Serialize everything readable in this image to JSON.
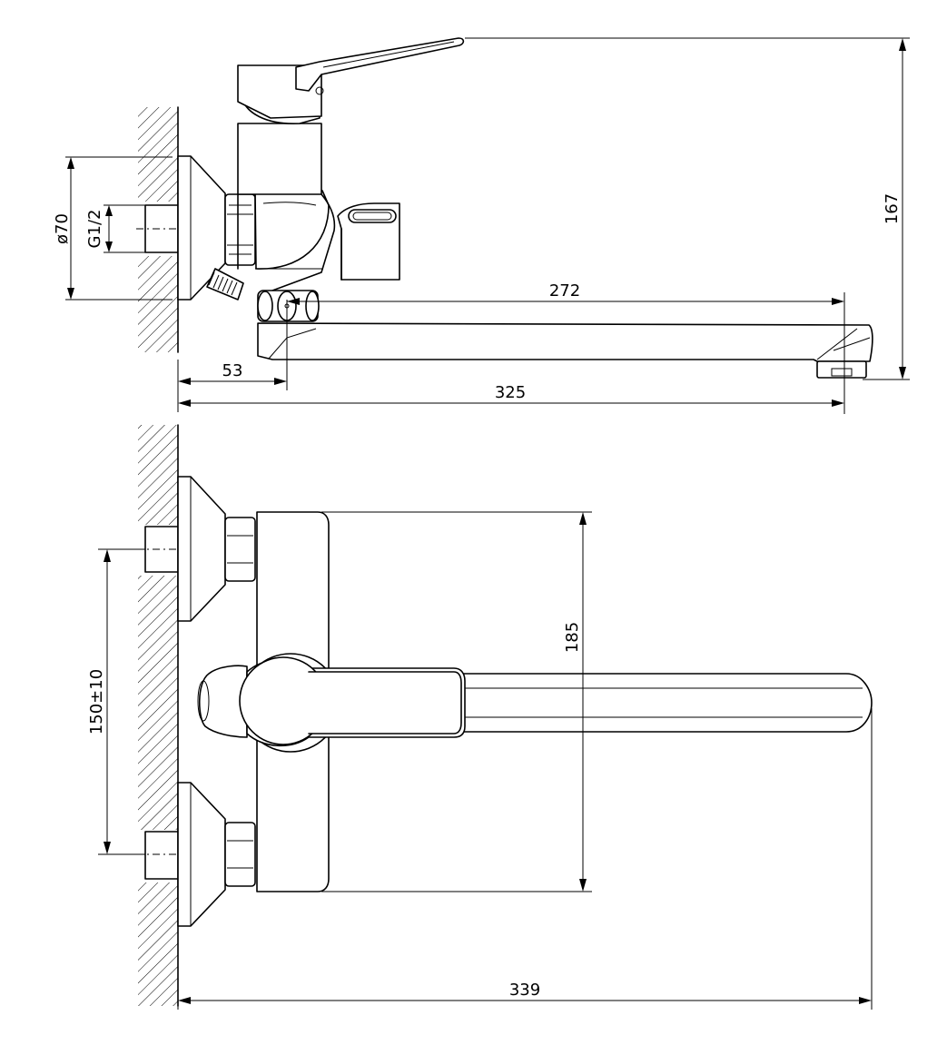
{
  "drawing": {
    "side_view": {
      "dimensions": {
        "flange_diameter": "ø70",
        "thread": "G1/2",
        "spout_reach": "272",
        "wall_offset": "53",
        "overall_length": "325",
        "overall_height": "167"
      }
    },
    "top_view": {
      "dimensions": {
        "center_distance": "150±10",
        "body_height": "185",
        "overall_length": "339"
      }
    }
  }
}
